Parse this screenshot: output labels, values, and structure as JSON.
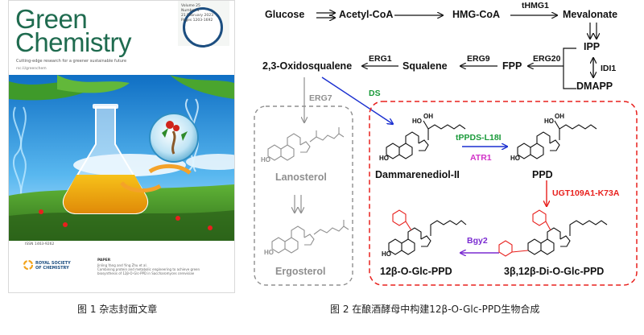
{
  "figure1": {
    "caption": "图 1  杂志封面文章",
    "cover": {
      "title_line1": "Green",
      "title_line2": "Chemistry",
      "tagline": "Cutting-edge research for a greener sustainable future",
      "url": "rsc.li/greenchem",
      "volume_info": [
        "Volume 25",
        "Number 4",
        "21 February 2023",
        "Pages 1203-1692"
      ],
      "issn": "ISSN 1463-9262",
      "publisher_line1": "ROYAL SOCIETY",
      "publisher_line2": "OF CHEMISTRY",
      "paper_heading": "PAPER",
      "paper_authors": "Jinling Yang and Ying Zhu et al.",
      "paper_title": "Combining protein and metabolic engineering to achieve green biosynthesis of 12β-O-Glc-PPD in Saccharomyces cerevisiae"
    }
  },
  "figure2": {
    "caption": "图 2  在酿酒酵母中构建12β-O-Glc-PPD生物合成",
    "metabolites": {
      "glucose": "Glucose",
      "acetyl_coa": "Acetyl-CoA",
      "hmg_coa": "HMG-CoA",
      "mevalonate": "Mevalonate",
      "ipp": "IPP",
      "dmapp": "DMAPP",
      "fpp": "FPP",
      "squalene": "Squalene",
      "oxidosqualene": "2,3-Oxidosqualene",
      "lanosterol": "Lanosterol",
      "ergosterol": "Ergosterol",
      "dammarenediol": "Dammarenediol-II",
      "ppd": "PPD",
      "glc_ppd_12": "12β-O-Glc-PPD",
      "diglc_ppd": "3β,12β-Di-O-Glc-PPD"
    },
    "enzymes": {
      "thmg1": "tHMG1",
      "idi1": "IDI1",
      "erg20": "ERG20",
      "erg9": "ERG9",
      "erg1": "ERG1",
      "erg7": "ERG7",
      "ds": "DS",
      "tppds": "tPPDS-L18I",
      "atr1": "ATR1",
      "ugt": "UGT109A1-K73A",
      "bgy2": "Bgy2"
    },
    "structure_labels": {
      "ho": "HO",
      "oh": "OH"
    },
    "colors": {
      "ds_arrow": "#1a2fd0",
      "ds_text": "#1a9a3a",
      "atr1_text": "#d233c8",
      "ugt": "#e8201d",
      "bgy2": "#7a2bd1",
      "sterol_branch": "#8f8f8f",
      "ginsenoside_box": "#e8201d"
    }
  }
}
